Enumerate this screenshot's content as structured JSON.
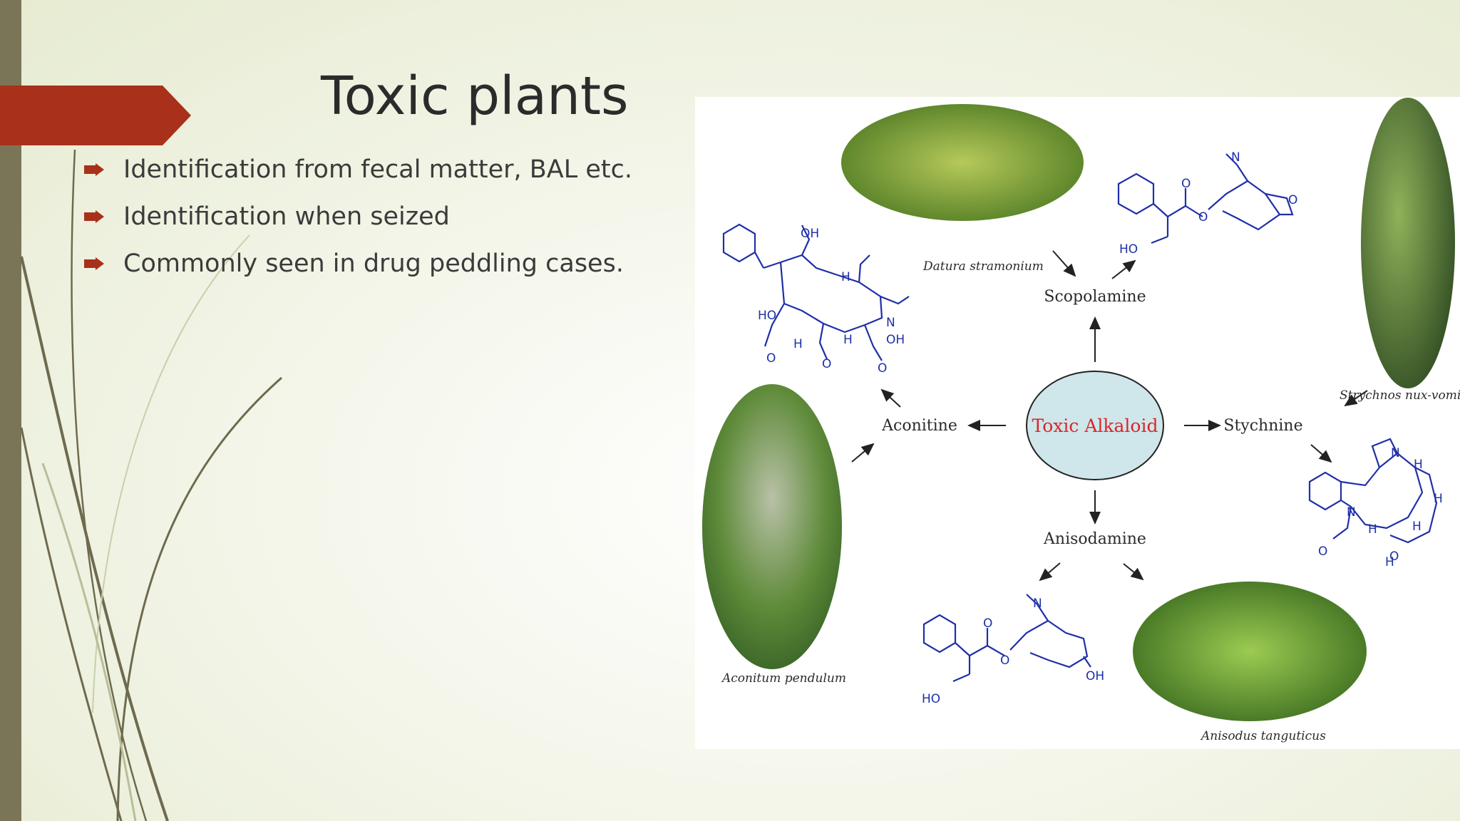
{
  "slide": {
    "title": "Toxic plants",
    "bullets": [
      "Identification from fecal matter, BAL etc.",
      "Identification when seized",
      "Commonly seen in drug peddling cases."
    ],
    "accent_color": "#a9301a",
    "bar_color": "#7b7558",
    "bullet_icon": "arrow-bullet-icon"
  },
  "figure": {
    "center_label": "Toxic Alkaloid",
    "center_color": "#d9262c",
    "center_fill": "#cfe6ea",
    "alkaloids": {
      "top": "Scopolamine",
      "left": "Aconitine",
      "right": "Stychnine",
      "bottom": "Anisodamine"
    },
    "plants": {
      "top": "Datura stramonium",
      "right": "Strychnos nux-vomica",
      "left": "Aconitum pendulum",
      "bottom": "Anisodus tanguticus"
    },
    "atoms": {
      "oh": "OH",
      "ho": "HO",
      "h": "H",
      "n": "N",
      "o": "O"
    },
    "molecule_color": "#1f2fa8"
  }
}
